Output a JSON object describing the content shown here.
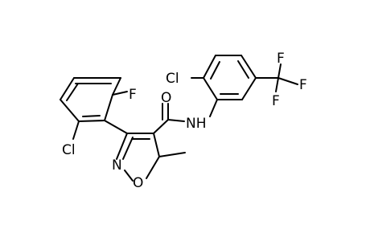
{
  "atoms": {
    "cl_top": "Cl",
    "f_aryl": "F",
    "o_carbonyl": "O",
    "nh": "NH",
    "f_cf3_top": "F",
    "f_cf3_right": "F",
    "f_cf3_bottom": "F",
    "cl_bottom": "Cl",
    "n_ring": "N",
    "o_ring": "O"
  }
}
